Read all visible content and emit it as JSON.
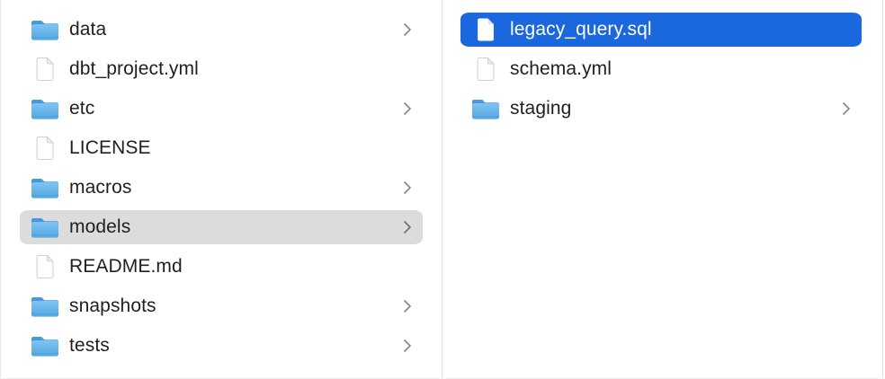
{
  "app": "finder-column-view",
  "colors": {
    "selection_blue": "#1a67de",
    "selection_gray": "#dcdcdc",
    "text": "#1f1f21",
    "text_selected": "#ffffff",
    "divider": "#e0e0e0",
    "chevron": "#878787"
  },
  "icons": {
    "folder": "folder-icon",
    "file": "file-icon",
    "chevron": "chevron-right-icon"
  },
  "columns": [
    {
      "name": "left",
      "items": [
        {
          "label": "data",
          "type": "folder",
          "chevron": true,
          "selected": "none"
        },
        {
          "label": "dbt_project.yml",
          "type": "file",
          "chevron": false,
          "selected": "none"
        },
        {
          "label": "etc",
          "type": "folder",
          "chevron": true,
          "selected": "none"
        },
        {
          "label": "LICENSE",
          "type": "file",
          "chevron": false,
          "selected": "none"
        },
        {
          "label": "macros",
          "type": "folder",
          "chevron": true,
          "selected": "none"
        },
        {
          "label": "models",
          "type": "folder",
          "chevron": true,
          "selected": "gray"
        },
        {
          "label": "README.md",
          "type": "file",
          "chevron": false,
          "selected": "none"
        },
        {
          "label": "snapshots",
          "type": "folder",
          "chevron": true,
          "selected": "none"
        },
        {
          "label": "tests",
          "type": "folder",
          "chevron": true,
          "selected": "none"
        }
      ]
    },
    {
      "name": "right",
      "items": [
        {
          "label": "legacy_query.sql",
          "type": "file",
          "chevron": false,
          "selected": "blue"
        },
        {
          "label": "schema.yml",
          "type": "file",
          "chevron": false,
          "selected": "none"
        },
        {
          "label": "staging",
          "type": "folder",
          "chevron": true,
          "selected": "none"
        }
      ]
    }
  ]
}
